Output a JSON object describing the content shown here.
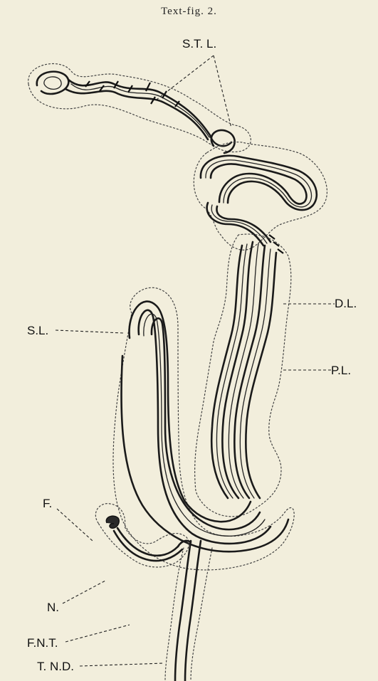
{
  "caption": "Text-fig. 2.",
  "labels": {
    "stl": "S.T. L.",
    "dl": "D.L.",
    "sl": "S.L.",
    "pl": "P.L.",
    "f": "F.",
    "n": "N.",
    "fnt": "F.N.T.",
    "tnd": "T. N.D."
  }
}
